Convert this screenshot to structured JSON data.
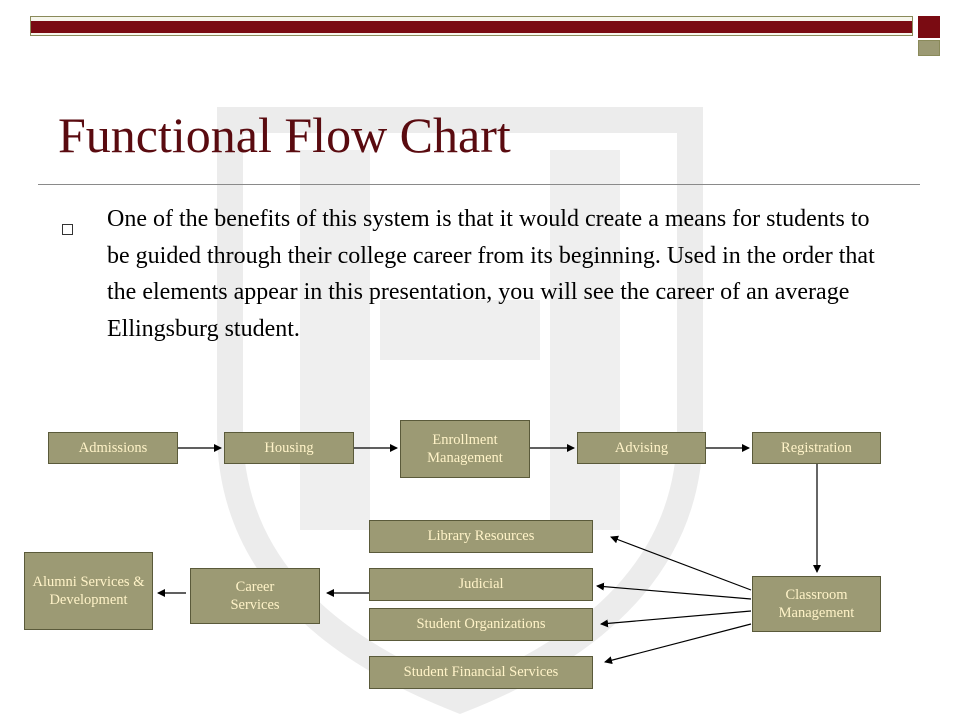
{
  "slide": {
    "title": "Functional Flow Chart",
    "bullet": "One of the benefits of this system is that it would create a means for students to be guided through their college career from its beginning.  Used in the order that the elements appear in this presentation, you will see the career of an average Ellingsburg student."
  },
  "flow": {
    "nodes": {
      "admissions": "Admissions",
      "housing": "Housing",
      "enrollment": "Enrollment Management",
      "advising": "Advising",
      "registration": "Registration",
      "library": "Library Resources",
      "judicial": "Judicial",
      "student_orgs": "Student Organizations",
      "financial": "Student Financial Services",
      "classroom": "Classroom Management",
      "career": "Career Services",
      "alumni": "Alumni Services & Development"
    }
  },
  "colors": {
    "accent_dark": "#7a0b12",
    "node_fill": "#9c9a74",
    "node_text": "#fff3c8",
    "title_color": "#5a0b10"
  }
}
